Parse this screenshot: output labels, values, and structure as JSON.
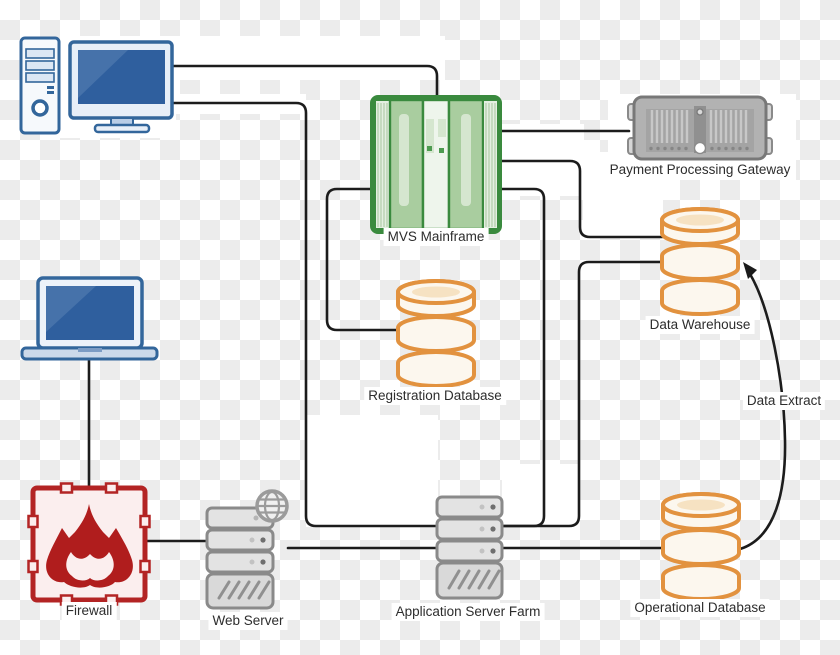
{
  "diagram": {
    "title_present": false,
    "background": {
      "checker_light": "#ffffff",
      "checker_gray": "#ececec"
    },
    "colors": {
      "line": "#1c1c1c",
      "blue_outline": "#33669b",
      "blue_screen": "#2f5f9e",
      "green_outline": "#3a8a3e",
      "green_fill": "#a9cd9f",
      "orange_outline": "#e2923f",
      "db_fill": "#fcf7ee",
      "red_outline": "#b32424",
      "red_fill": "#fbeeee",
      "gray_outline": "#8a8a8a",
      "gray_fill": "#e3e3e3"
    },
    "nodes": {
      "desktop_computer": {
        "icon": "desktop-computer-icon"
      },
      "laptop": {
        "icon": "laptop-icon"
      },
      "mainframe": {
        "label": "MVS Mainframe",
        "icon": "mainframe-icon"
      },
      "payment_gateway": {
        "label": "Payment Processing Gateway",
        "icon": "rack-server-icon"
      },
      "registration_db": {
        "label": "Registration Database",
        "icon": "database-icon"
      },
      "data_warehouse": {
        "label": "Data Warehouse",
        "icon": "database-icon"
      },
      "operational_db": {
        "label": "Operational Database",
        "icon": "database-icon"
      },
      "firewall": {
        "label": "Firewall",
        "icon": "firewall-flame-icon"
      },
      "web_server": {
        "label": "Web Server",
        "icon": "server-globe-icon"
      },
      "app_server_farm": {
        "label": "Application Server Farm",
        "icon": "server-icon"
      }
    },
    "connections": [
      {
        "from": "desktop_computer",
        "to": "mainframe"
      },
      {
        "from": "desktop_computer",
        "to": "app_server_farm"
      },
      {
        "from": "laptop",
        "to": "firewall"
      },
      {
        "from": "firewall",
        "to": "web_server"
      },
      {
        "from": "web_server",
        "to": "app_server_farm"
      },
      {
        "from": "app_server_farm",
        "to": "operational_db"
      },
      {
        "from": "mainframe",
        "to": "payment_gateway"
      },
      {
        "from": "mainframe",
        "to": "registration_db"
      },
      {
        "from": "mainframe",
        "to": "data_warehouse"
      },
      {
        "from": "mainframe",
        "to": "app_server_farm"
      },
      {
        "from": "data_warehouse",
        "to": "app_server_farm"
      },
      {
        "from": "operational_db",
        "to": "data_warehouse",
        "label": "Data Extract",
        "arrow": true
      }
    ]
  }
}
